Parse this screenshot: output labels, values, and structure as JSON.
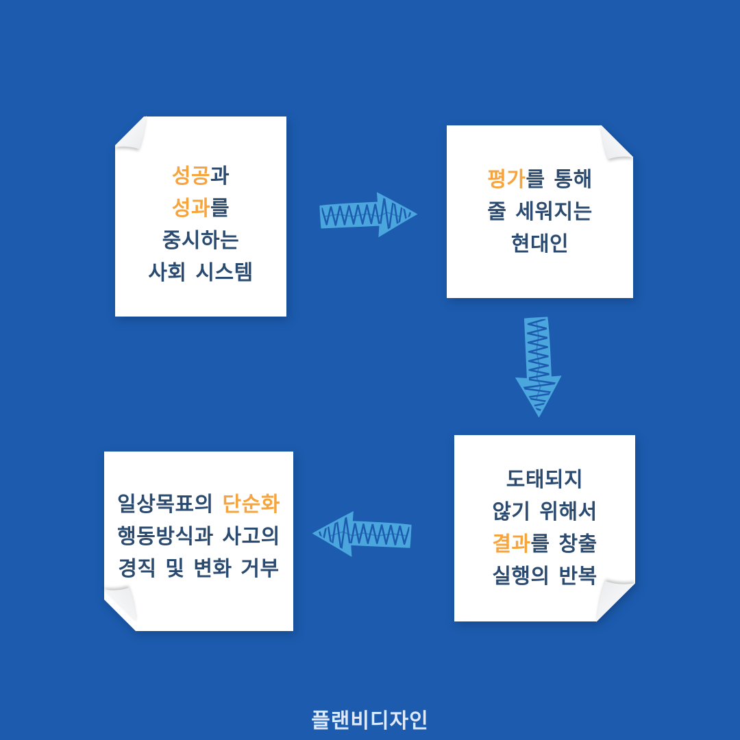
{
  "colors": {
    "background": "#1c5bae",
    "card": "#ffffff",
    "text_navy": "#2b4a70",
    "highlight_orange": "#f6a43d",
    "arrow_blue": "#4aa6dd",
    "footer_text": "#dfeafa"
  },
  "cards": [
    {
      "name": "success-values-system",
      "lines": [
        [
          {
            "text": "성공",
            "highlight": true
          },
          {
            "text": "과",
            "highlight": false
          }
        ],
        [
          {
            "text": "성과",
            "highlight": true
          },
          {
            "text": "를",
            "highlight": false
          }
        ],
        [
          {
            "text": "중시하는",
            "highlight": false
          }
        ],
        [
          {
            "text": "사회 시스템",
            "highlight": false
          }
        ]
      ]
    },
    {
      "name": "evaluation-ranking",
      "lines": [
        [
          {
            "text": "평가",
            "highlight": true
          },
          {
            "text": "를 통해",
            "highlight": false
          }
        ],
        [
          {
            "text": "줄 세워지는",
            "highlight": false
          }
        ],
        [
          {
            "text": "현대인",
            "highlight": false
          }
        ]
      ]
    },
    {
      "name": "results-repetition",
      "lines": [
        [
          {
            "text": "도태되지",
            "highlight": false
          }
        ],
        [
          {
            "text": "않기 위해서",
            "highlight": false
          }
        ],
        [
          {
            "text": "결과",
            "highlight": true
          },
          {
            "text": "를 창출",
            "highlight": false
          }
        ],
        [
          {
            "text": "실행의 반복",
            "highlight": false
          }
        ]
      ]
    },
    {
      "name": "goal-simplification-rigidity",
      "lines": [
        [
          {
            "text": "일상목표의 ",
            "highlight": false
          },
          {
            "text": "단순화",
            "highlight": true
          }
        ],
        [
          {
            "text": "행동방식과 사고의",
            "highlight": false
          }
        ],
        [
          {
            "text": "경직 및 변화 거부",
            "highlight": false
          }
        ]
      ]
    }
  ],
  "arrows": [
    {
      "name": "arrow-right",
      "direction": "right"
    },
    {
      "name": "arrow-down",
      "direction": "down"
    },
    {
      "name": "arrow-left",
      "direction": "left"
    }
  ],
  "footer": {
    "brand": "플랜비디자인"
  }
}
